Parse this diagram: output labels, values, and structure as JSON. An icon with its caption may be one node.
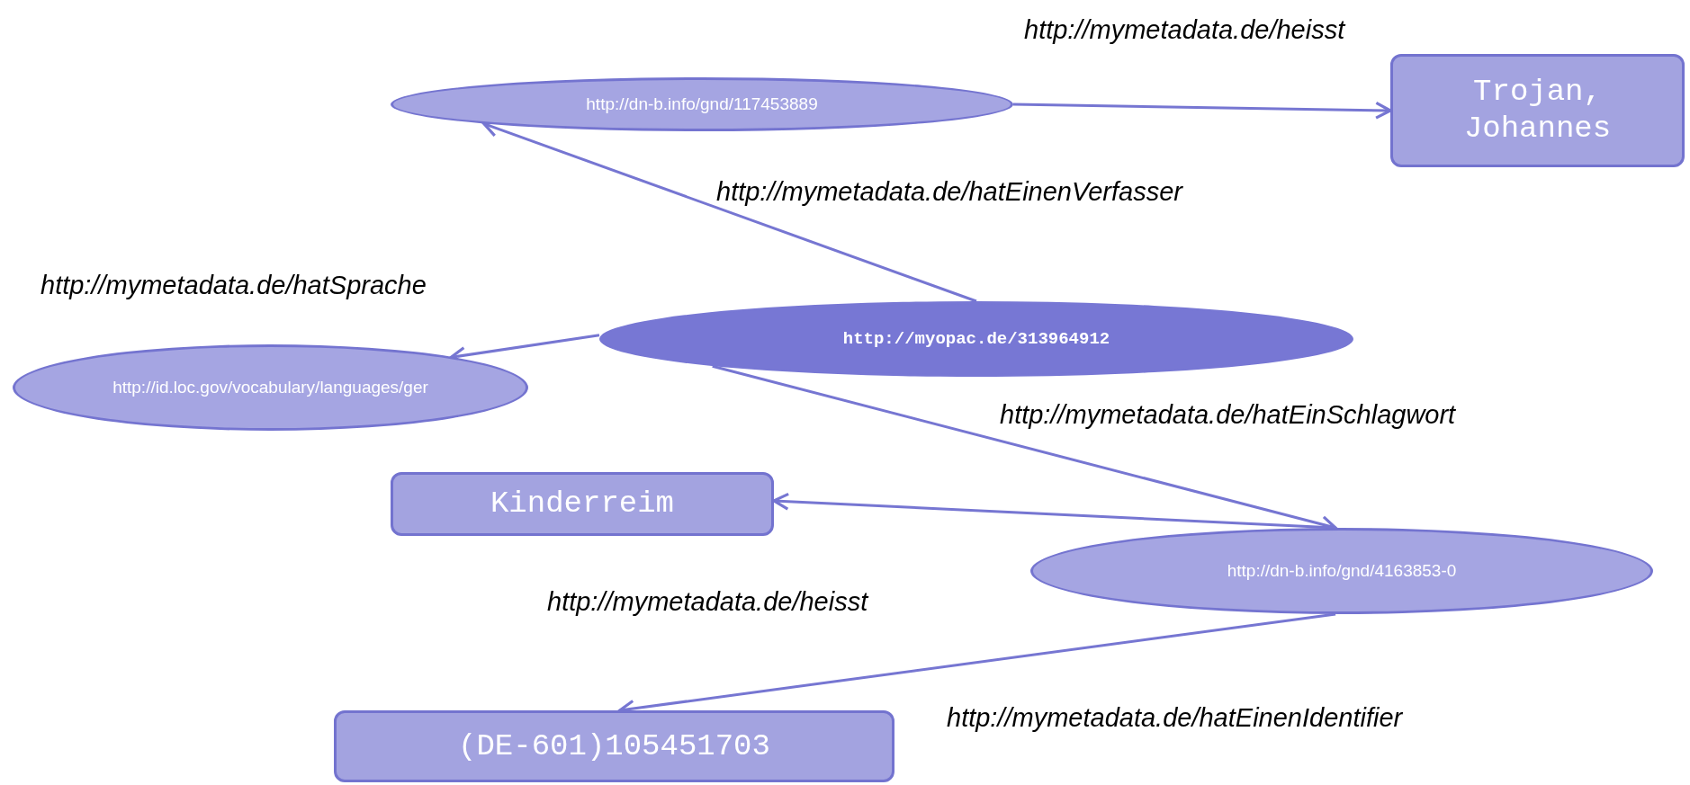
{
  "diagram": {
    "nodes": [
      {
        "text": [
          "http://dn-b.info/gnd/117453889"
        ]
      },
      {
        "text": [
          "Trojan, Johannes"
        ]
      },
      {
        "text": [
          "http://myopac.de/313964912"
        ]
      },
      {
        "text": [
          "http://id.loc.gov/vocabulary/languages/ger"
        ]
      },
      {
        "text": [
          "Kinderreim"
        ]
      },
      {
        "text": [
          "http://dn-b.info/gnd/4163853-0"
        ]
      },
      {
        "text": [
          "(DE-601)105451703"
        ]
      }
    ],
    "edges": [
      {
        "from": 0,
        "to": 1,
        "arrow": "to",
        "label": "http://mymetadata.de/heisst"
      },
      {
        "from": 2,
        "to": 0,
        "arrow": "to",
        "label": "http://mymetadata.de/hatEinenVerfasser"
      },
      {
        "from": 2,
        "to": 3,
        "arrow": "to",
        "label": "http://mymetadata.de/hatSprache"
      },
      {
        "from": 2,
        "to": 5,
        "arrow": "to",
        "label": "http://mymetadata.de/hatEinSchlagwort"
      },
      {
        "from": 5,
        "to": 4,
        "arrow": "to",
        "label": "http://mymetadata.de/heisst"
      },
      {
        "from": 5,
        "to": 6,
        "arrow": "to",
        "label": "http://mymetadata.de/hatEinenIdentifier"
      }
    ]
  }
}
